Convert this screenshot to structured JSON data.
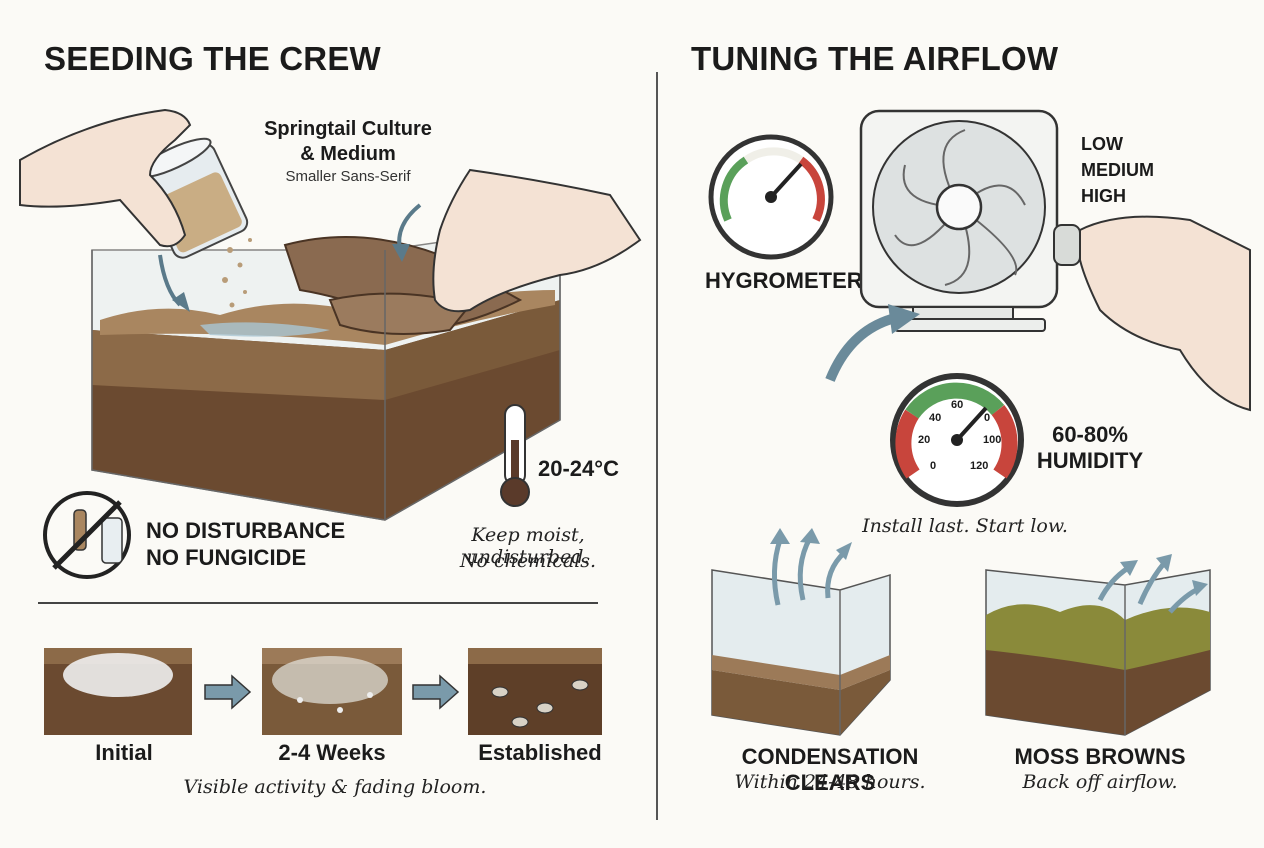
{
  "left": {
    "title": "SEEDING THE CREW",
    "culture_label": "Springtail Culture\n& Medium",
    "culture_sub": "Smaller Sans-Serif",
    "temperature": "20-24°C",
    "no_disturb_1": "NO DISTURBANCE",
    "no_disturb_2": "NO FUNGICIDE",
    "note_1": "Keep moist, undisturbed.",
    "note_2": "No chemicals.",
    "stages": [
      "Initial",
      "2-4 Weeks",
      "Established"
    ],
    "stages_note": "Visible activity & fading bloom."
  },
  "right": {
    "title": "TUNING THE AIRFLOW",
    "hygrometer_label": "HYGROMETER",
    "fan_levels": [
      "LOW",
      "MEDIUM",
      "HIGH"
    ],
    "gauge_ticks": [
      "40",
      "60",
      "0",
      "20",
      "100",
      "0",
      "120"
    ],
    "humidity_1": "60-80%",
    "humidity_2": "HUMIDITY",
    "install_note": "Install last. Start low.",
    "condensation_title": "CONDENSATION CLEARS",
    "condensation_note": "Within 24-48 hours.",
    "moss_title": "MOSS BROWNS",
    "moss_note": "Back off airflow."
  },
  "colors": {
    "ink": "#1b1b1b",
    "soil": "#6b4a30",
    "gauge_green": "#5aa05a",
    "gauge_red": "#c8453c",
    "glass": "#d7e3e6",
    "moss": "#8a8a3a"
  }
}
